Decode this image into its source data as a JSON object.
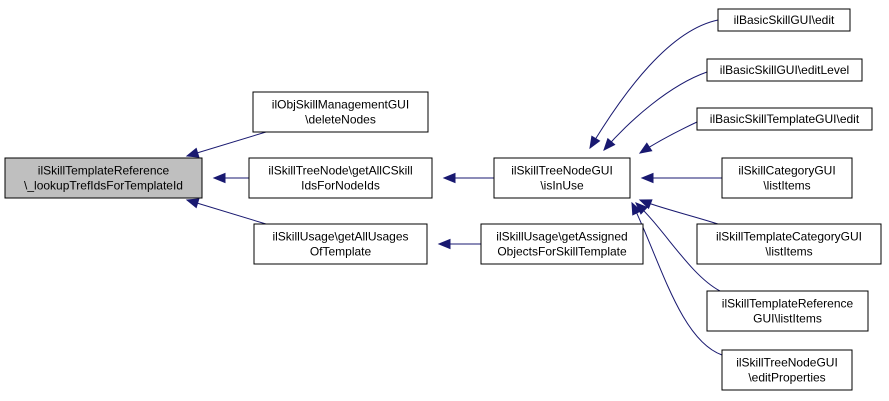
{
  "nodes": [
    {
      "id": "root",
      "lines": [
        "ilSkillTemplateReference",
        "\\_lookupTrefIdsForTemplateId"
      ],
      "highlight": true
    },
    {
      "id": "objskill",
      "lines": [
        "ilObjSkillManagementGUI",
        "\\deleteNodes"
      ]
    },
    {
      "id": "treenode_getall",
      "lines": [
        "ilSkillTreeNode\\getAllCSkill",
        "IdsForNodeIds"
      ]
    },
    {
      "id": "usage_getall",
      "lines": [
        "ilSkillUsage\\getAllUsages",
        "OfTemplate"
      ]
    },
    {
      "id": "treenodegui_isinuse",
      "lines": [
        "ilSkillTreeNodeGUI",
        "\\isInUse"
      ]
    },
    {
      "id": "usage_getassigned",
      "lines": [
        "ilSkillUsage\\getAssigned",
        "ObjectsForSkillTemplate"
      ]
    },
    {
      "id": "basic_edit",
      "lines": [
        "ilBasicSkillGUI\\edit"
      ]
    },
    {
      "id": "basic_editlevel",
      "lines": [
        "ilBasicSkillGUI\\editLevel"
      ]
    },
    {
      "id": "basictemplate_edit",
      "lines": [
        "ilBasicSkillTemplateGUI\\edit"
      ]
    },
    {
      "id": "category_list",
      "lines": [
        "ilSkillCategoryGUI",
        "\\listItems"
      ]
    },
    {
      "id": "templatecategory_list",
      "lines": [
        "ilSkillTemplateCategoryGUI",
        "\\listItems"
      ]
    },
    {
      "id": "templateref_list",
      "lines": [
        "ilSkillTemplateReference",
        "GUI\\listItems"
      ]
    },
    {
      "id": "treenodegui_editprops",
      "lines": [
        "ilSkillTreeNodeGUI",
        "\\editProperties"
      ]
    }
  ],
  "edges": [
    {
      "from": "objskill",
      "to": "root"
    },
    {
      "from": "treenode_getall",
      "to": "root"
    },
    {
      "from": "usage_getall",
      "to": "root"
    },
    {
      "from": "treenodegui_isinuse",
      "to": "treenode_getall"
    },
    {
      "from": "usage_getassigned",
      "to": "usage_getall"
    },
    {
      "from": "basic_edit",
      "to": "treenodegui_isinuse"
    },
    {
      "from": "basic_editlevel",
      "to": "treenodegui_isinuse"
    },
    {
      "from": "basictemplate_edit",
      "to": "treenodegui_isinuse"
    },
    {
      "from": "category_list",
      "to": "treenodegui_isinuse"
    },
    {
      "from": "templatecategory_list",
      "to": "treenodegui_isinuse"
    },
    {
      "from": "templateref_list",
      "to": "treenodegui_isinuse"
    },
    {
      "from": "treenodegui_editprops",
      "to": "treenodegui_isinuse"
    }
  ],
  "colors": {
    "edge": "#191970",
    "root_fill": "#bfbfbf",
    "node_fill": "#ffffff",
    "border": "#000000"
  }
}
